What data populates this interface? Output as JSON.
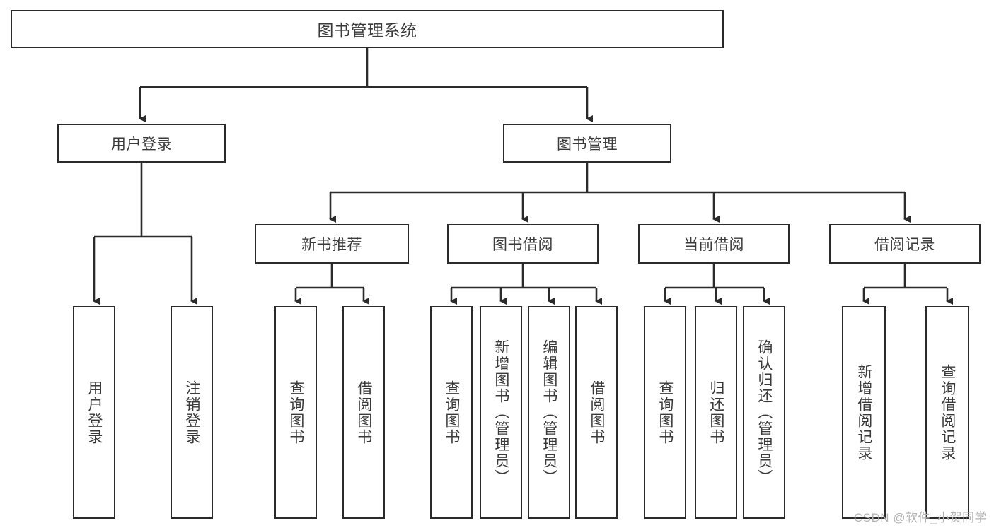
{
  "diagram": {
    "title": "图书管理系统",
    "type": "hierarchy-block-diagram",
    "colors": {
      "border": "#2b2b2b",
      "text": "#3a3a3a",
      "background": "#ffffff",
      "wire": "#2b2b2b",
      "watermark": "#b4b4b4"
    },
    "root": {
      "label": "图书管理系统"
    },
    "level1": [
      {
        "id": "user-login",
        "label": "用户登录"
      },
      {
        "id": "book-manage",
        "label": "图书管理"
      }
    ],
    "level2": [
      {
        "id": "new-book-rec",
        "label": "新书推荐"
      },
      {
        "id": "book-borrow",
        "label": "图书借阅"
      },
      {
        "id": "current-loan",
        "label": "当前借阅"
      },
      {
        "id": "loan-record",
        "label": "借阅记录"
      }
    ],
    "leaves": [
      {
        "id": "user-login",
        "parent": "user-login",
        "label": "用户登录"
      },
      {
        "id": "user-logout",
        "parent": "user-login",
        "label": "注销登录"
      },
      {
        "id": "query-book-1",
        "parent": "new-book-rec",
        "label": "查询图书"
      },
      {
        "id": "borrow-book-1",
        "parent": "new-book-rec",
        "label": "借阅图书"
      },
      {
        "id": "query-book-2",
        "parent": "book-borrow",
        "label": "查询图书"
      },
      {
        "id": "add-book",
        "parent": "book-borrow",
        "label": "新增图书（管理员）"
      },
      {
        "id": "edit-book",
        "parent": "book-borrow",
        "label": "编辑图书（管理员）"
      },
      {
        "id": "borrow-book-2",
        "parent": "book-borrow",
        "label": "借阅图书"
      },
      {
        "id": "query-book-3",
        "parent": "current-loan",
        "label": "查询图书"
      },
      {
        "id": "return-book",
        "parent": "current-loan",
        "label": "归还图书"
      },
      {
        "id": "confirm-ret",
        "parent": "current-loan",
        "label": "确认归还（管理员）"
      },
      {
        "id": "add-record",
        "parent": "loan-record",
        "label": "新增借阅记录"
      },
      {
        "id": "query-record",
        "parent": "loan-record",
        "label": "查询借阅记录"
      }
    ]
  },
  "watermark": {
    "text": "CSDN @软件_小贺同学"
  }
}
